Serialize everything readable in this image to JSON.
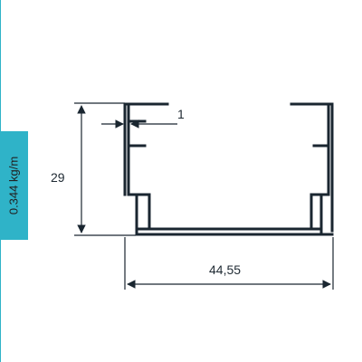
{
  "profile": {
    "weight_label": "0.344 kg/m",
    "height_dimension": "29",
    "width_dimension": "44,55",
    "wall_thickness_dimension": "1"
  },
  "colors": {
    "accent": "#2fb3c8",
    "line": "#1a2630"
  }
}
